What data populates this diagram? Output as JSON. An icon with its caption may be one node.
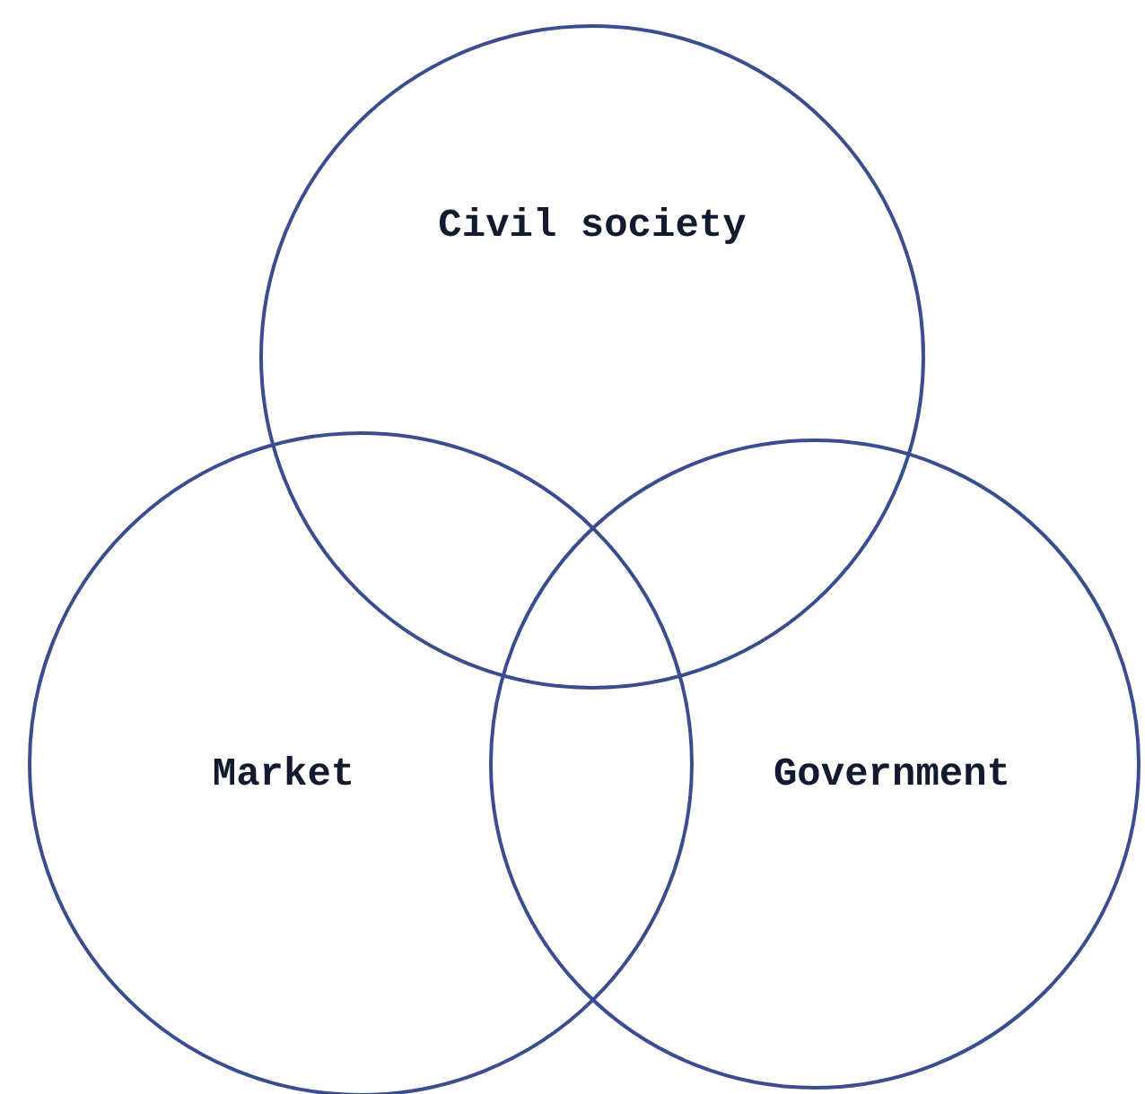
{
  "diagram": {
    "nodes": [
      {
        "text": [
          "Civil society"
        ]
      },
      {
        "text": [
          "Market"
        ]
      },
      {
        "text": [
          "Government"
        ]
      }
    ]
  }
}
